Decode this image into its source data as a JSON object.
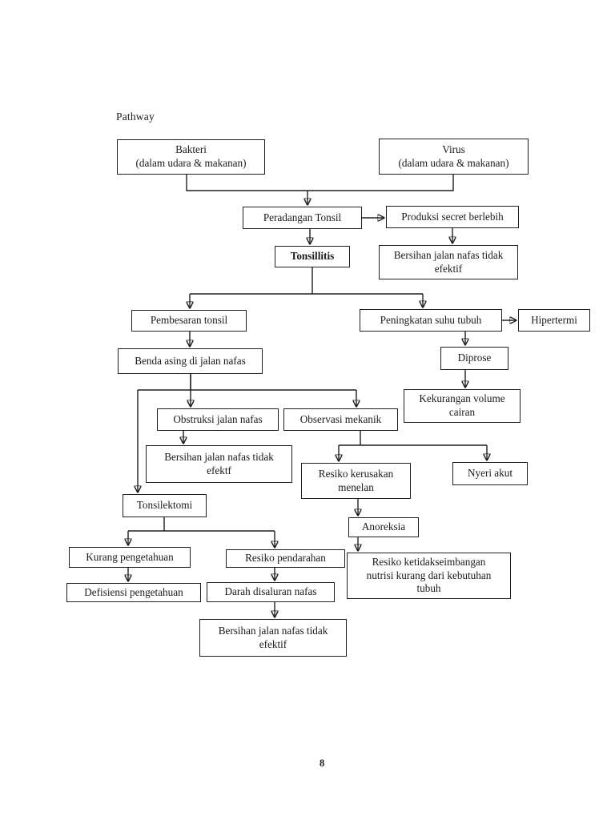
{
  "page": {
    "title": "Pathway",
    "page_number": "8"
  },
  "diagram": {
    "nodes": {
      "bakteri": {
        "label": "Bakteri\n(dalam udara & makanan)"
      },
      "virus": {
        "label": "Virus\n(dalam udara & makanan)"
      },
      "peradangan_tonsil": {
        "label": "Peradangan Tonsil"
      },
      "produksi_secret": {
        "label": "Produksi secret berlebih"
      },
      "tonsillitis": {
        "label": "Tonsillitis"
      },
      "bersihan_efektif_1": {
        "label": "Bersihan jalan nafas tidak\nefektif"
      },
      "pembesaran_tonsil": {
        "label": "Pembesaran tonsil"
      },
      "peningkatan_suhu": {
        "label": "Peningkatan suhu tubuh"
      },
      "hipertermi": {
        "label": "Hipertermi"
      },
      "benda_asing": {
        "label": "Benda asing di jalan nafas"
      },
      "diprose": {
        "label": "Diprose"
      },
      "kekurangan_volume": {
        "label": "Kekurangan volume\ncairan"
      },
      "obstruksi": {
        "label": "Obstruksi jalan nafas"
      },
      "observasi": {
        "label": "Observasi mekanik"
      },
      "bersihan_efektf_2": {
        "label": "Bersihan jalan nafas tidak\nefektf"
      },
      "resiko_kerusakan": {
        "label": "Resiko kerusakan\nmenelan"
      },
      "nyeri_akut": {
        "label": "Nyeri akut"
      },
      "tonsilektomi": {
        "label": "Tonsilektomi"
      },
      "anoreksia": {
        "label": "Anoreksia"
      },
      "kurang_pengetahuan": {
        "label": "Kurang pengetahuan"
      },
      "resiko_pendarahan": {
        "label": "Resiko pendarahan"
      },
      "resiko_nutrisi": {
        "label": "Resiko ketidakseimbangan\nnutrisi kurang dari kebutuhan\ntubuh"
      },
      "defisiensi": {
        "label": "Defisiensi pengetahuan"
      },
      "darah_disaluran": {
        "label": "Darah disaluran nafas"
      },
      "bersihan_efektif_3": {
        "label": "Bersihan jalan nafas tidak\nefektif"
      }
    },
    "edges": [
      {
        "from": "bakteri",
        "to": "peradangan_tonsil"
      },
      {
        "from": "virus",
        "to": "peradangan_tonsil"
      },
      {
        "from": "peradangan_tonsil",
        "to": "produksi_secret"
      },
      {
        "from": "peradangan_tonsil",
        "to": "tonsillitis"
      },
      {
        "from": "produksi_secret",
        "to": "bersihan_efektif_1"
      },
      {
        "from": "tonsillitis",
        "to": "pembesaran_tonsil"
      },
      {
        "from": "tonsillitis",
        "to": "peningkatan_suhu"
      },
      {
        "from": "peningkatan_suhu",
        "to": "hipertermi"
      },
      {
        "from": "peningkatan_suhu",
        "to": "diprose"
      },
      {
        "from": "diprose",
        "to": "kekurangan_volume"
      },
      {
        "from": "pembesaran_tonsil",
        "to": "benda_asing"
      },
      {
        "from": "benda_asing",
        "to": "obstruksi"
      },
      {
        "from": "benda_asing",
        "to": "observasi"
      },
      {
        "from": "benda_asing",
        "to": "tonsilektomi"
      },
      {
        "from": "obstruksi",
        "to": "bersihan_efektf_2"
      },
      {
        "from": "observasi",
        "to": "resiko_kerusakan"
      },
      {
        "from": "observasi",
        "to": "nyeri_akut"
      },
      {
        "from": "resiko_kerusakan",
        "to": "anoreksia"
      },
      {
        "from": "anoreksia",
        "to": "resiko_nutrisi"
      },
      {
        "from": "tonsilektomi",
        "to": "kurang_pengetahuan"
      },
      {
        "from": "tonsilektomi",
        "to": "resiko_pendarahan"
      },
      {
        "from": "kurang_pengetahuan",
        "to": "defisiensi"
      },
      {
        "from": "resiko_pendarahan",
        "to": "darah_disaluran"
      },
      {
        "from": "darah_disaluran",
        "to": "bersihan_efektif_3"
      }
    ],
    "colors": {
      "line": "#1f1f1f",
      "background": "#ffffff"
    }
  }
}
